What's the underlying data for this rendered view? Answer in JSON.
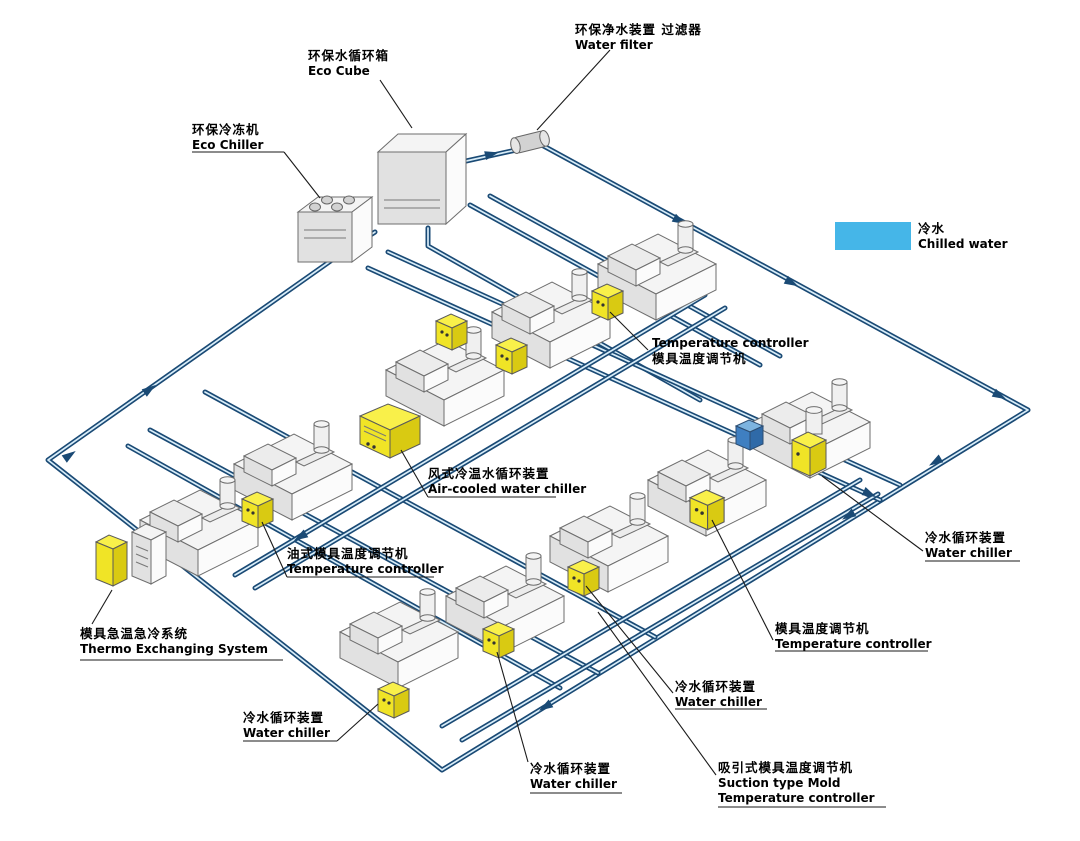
{
  "diagram": {
    "background_color": "#ffffff",
    "pipe_color": "#1a4a75",
    "legend": {
      "zh": "冷水",
      "en": "Chilled water",
      "swatch_color": "#45b6e8"
    },
    "labels": {
      "eco_cube": {
        "zh": "环保水循环箱",
        "en": "Eco Cube"
      },
      "water_filter": {
        "zh": "环保净水装置 过滤器",
        "en": "Water filter"
      },
      "eco_chiller": {
        "zh": "环保冷冻机",
        "en": "Eco Chiller"
      },
      "temp_controller_top": {
        "en": "Temperature controller",
        "zh": "模具温度调节机"
      },
      "air_cooled_chiller": {
        "zh": "风式冷温水循环装置",
        "en": "Air-cooled water chiller"
      },
      "oil_temp_controller": {
        "zh": "油式模具温度调节机",
        "en": "Temperature controller"
      },
      "thermo_exchanging": {
        "zh": "模具急温急冷系统",
        "en": "Thermo Exchanging System"
      },
      "water_chiller_bottom_left": {
        "zh": "冷水循环装置",
        "en": "Water chiller"
      },
      "water_chiller_bottom_center": {
        "zh": "冷水循环装置",
        "en": "Water chiller"
      },
      "water_chiller_middle": {
        "zh": "冷水循环装置",
        "en": "Water chiller"
      },
      "suction_controller": {
        "zh": "吸引式模具温度调节机",
        "en_line1": "Suction type Mold",
        "en_line2": "Temperature controller"
      },
      "mold_temp_controller_right": {
        "zh": "模具温度调节机",
        "en": "Temperature controller"
      },
      "water_chiller_right": {
        "zh": "冷水循环装置",
        "en": "Water chiller"
      }
    }
  }
}
